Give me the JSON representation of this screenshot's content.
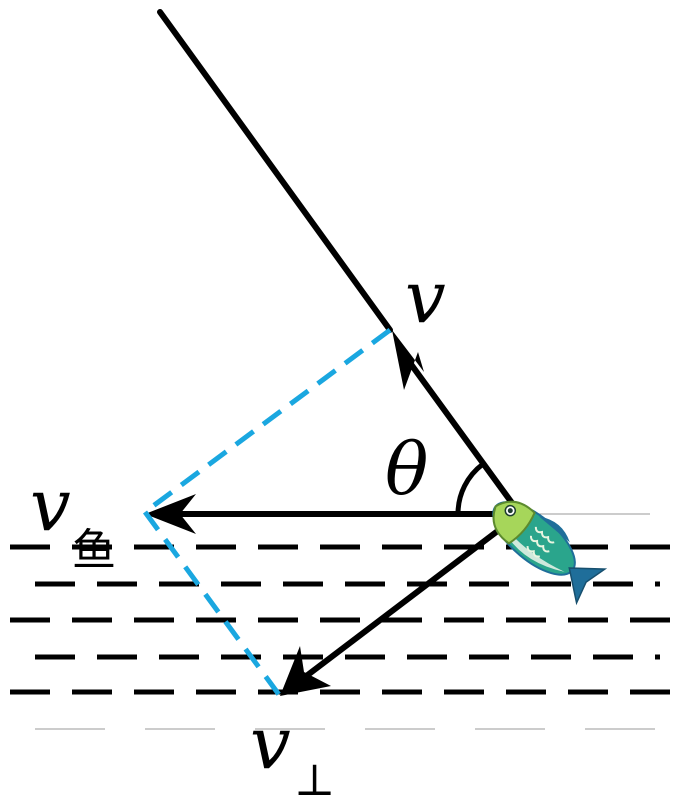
{
  "labels": {
    "v": "v",
    "theta": "θ",
    "v_fish_base": "v",
    "v_fish_sub": "鱼",
    "v_perp_base": "v",
    "v_perp_sub": "⊥"
  },
  "colors": {
    "ink": "#000000",
    "dashed": "#1aa7e0",
    "fish_body": "#2aa58c",
    "fish_head": "#a6d65a",
    "fish_tail": "#1f6e9a",
    "fish_belly": "#cfe9dc"
  },
  "icons": {
    "fish": "fish-icon"
  }
}
